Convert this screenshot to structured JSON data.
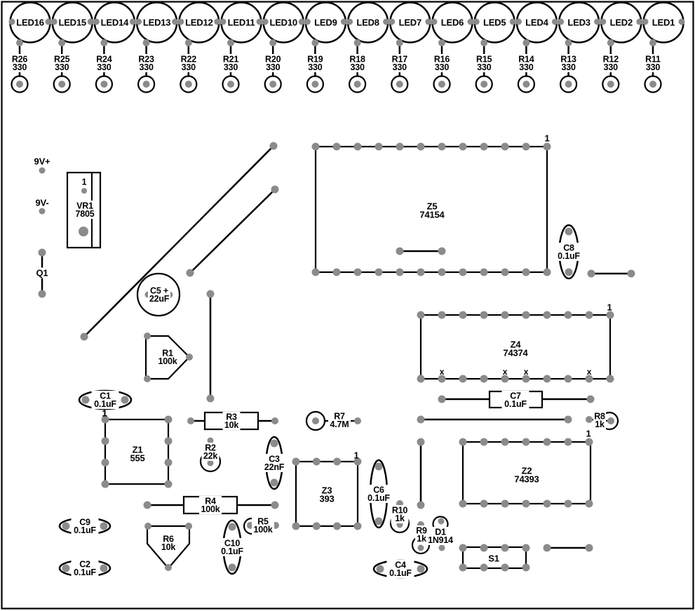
{
  "diagram": {
    "colors": {
      "pad": "#8b8b8b",
      "line": "#000000",
      "bg": "#ffffff"
    },
    "power": {
      "positive": "9V+",
      "negative": "9V-"
    },
    "led_columns": [
      {
        "led": "LED16",
        "res": "R26",
        "val": "330"
      },
      {
        "led": "LED15",
        "res": "R25",
        "val": "330"
      },
      {
        "led": "LED14",
        "res": "R24",
        "val": "330"
      },
      {
        "led": "LED13",
        "res": "R23",
        "val": "330"
      },
      {
        "led": "LED12",
        "res": "R22",
        "val": "330"
      },
      {
        "led": "LED11",
        "res": "R21",
        "val": "330"
      },
      {
        "led": "LED10",
        "res": "R20",
        "val": "330"
      },
      {
        "led": "LED9",
        "res": "R19",
        "val": "330"
      },
      {
        "led": "LED8",
        "res": "R18",
        "val": "330"
      },
      {
        "led": "LED7",
        "res": "R17",
        "val": "330"
      },
      {
        "led": "LED6",
        "res": "R16",
        "val": "330"
      },
      {
        "led": "LED5",
        "res": "R15",
        "val": "330"
      },
      {
        "led": "LED4",
        "res": "R14",
        "val": "330"
      },
      {
        "led": "LED3",
        "res": "R13",
        "val": "330"
      },
      {
        "led": "LED2",
        "res": "R12",
        "val": "330"
      },
      {
        "led": "LED1",
        "res": "R11",
        "val": "330"
      }
    ],
    "ics": {
      "Z5": {
        "ref": "Z5",
        "part": "74154",
        "pin1": "1"
      },
      "Z4": {
        "ref": "Z4",
        "part": "74374",
        "pin1": "1",
        "nc_mark": "x"
      },
      "Z2": {
        "ref": "Z2",
        "part": "74393",
        "pin1": "1"
      },
      "Z3": {
        "ref": "Z3",
        "part": "393",
        "pin1": "1"
      },
      "Z1": {
        "ref": "Z1",
        "part": "555",
        "pin1": "1"
      }
    },
    "regulator": {
      "ref": "VR1",
      "part": "7805",
      "pin1": "1"
    },
    "transistor": {
      "ref": "Q1"
    },
    "switch": {
      "ref": "S1"
    },
    "diode": {
      "ref": "D1",
      "part": "1N914"
    },
    "capacitors": {
      "C1": {
        "ref": "C1",
        "val": "0.1uF"
      },
      "C2": {
        "ref": "C2",
        "val": "0.1uF"
      },
      "C3": {
        "ref": "C3",
        "val": "22nF"
      },
      "C4": {
        "ref": "C4",
        "val": "0.1uF"
      },
      "C5": {
        "ref": "C5",
        "val": "22uF",
        "label_top": "C5 +"
      },
      "C6": {
        "ref": "C6",
        "val": "0.1uF"
      },
      "C7": {
        "ref": "C7",
        "val": "0.1uF"
      },
      "C8": {
        "ref": "C8",
        "val": "0.1uF"
      },
      "C9": {
        "ref": "C9",
        "val": "0.1uF"
      },
      "C10": {
        "ref": "C10",
        "val": "0.1uF"
      }
    },
    "resistors": {
      "R1": {
        "ref": "R1",
        "val": "100k"
      },
      "R2": {
        "ref": "R2",
        "val": "22k"
      },
      "R3": {
        "ref": "R3",
        "val": "10k"
      },
      "R4": {
        "ref": "R4",
        "val": "100k"
      },
      "R5": {
        "ref": "R5",
        "val": "100k"
      },
      "R6": {
        "ref": "R6",
        "val": "10k"
      },
      "R7": {
        "ref": "R7",
        "val": "4.7M"
      },
      "R8": {
        "ref": "R8",
        "val": "1k"
      },
      "R9": {
        "ref": "R9",
        "val": "1k"
      },
      "R10": {
        "ref": "R10",
        "val": "1k"
      }
    }
  }
}
